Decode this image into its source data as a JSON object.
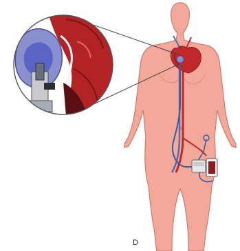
{
  "figure": {
    "panel_label": "D",
    "colors": {
      "skin": "#f4a89a",
      "skin_outline": "#c97a6c",
      "heart_red": "#c0282a",
      "heart_dark": "#8e1c1e",
      "vein_blue": "#4a6fb5",
      "device_purple": "#8a8fd0",
      "device_gray": "#c9c9cc",
      "tube_blue": "#3b5aa0",
      "controller_dark": "#4a4a4a",
      "inset_border": "#555555"
    },
    "icons": [
      "human-body-illustration",
      "heart-icon",
      "pump-device-icon",
      "controller-battery-icon",
      "magnifier-inset"
    ]
  }
}
